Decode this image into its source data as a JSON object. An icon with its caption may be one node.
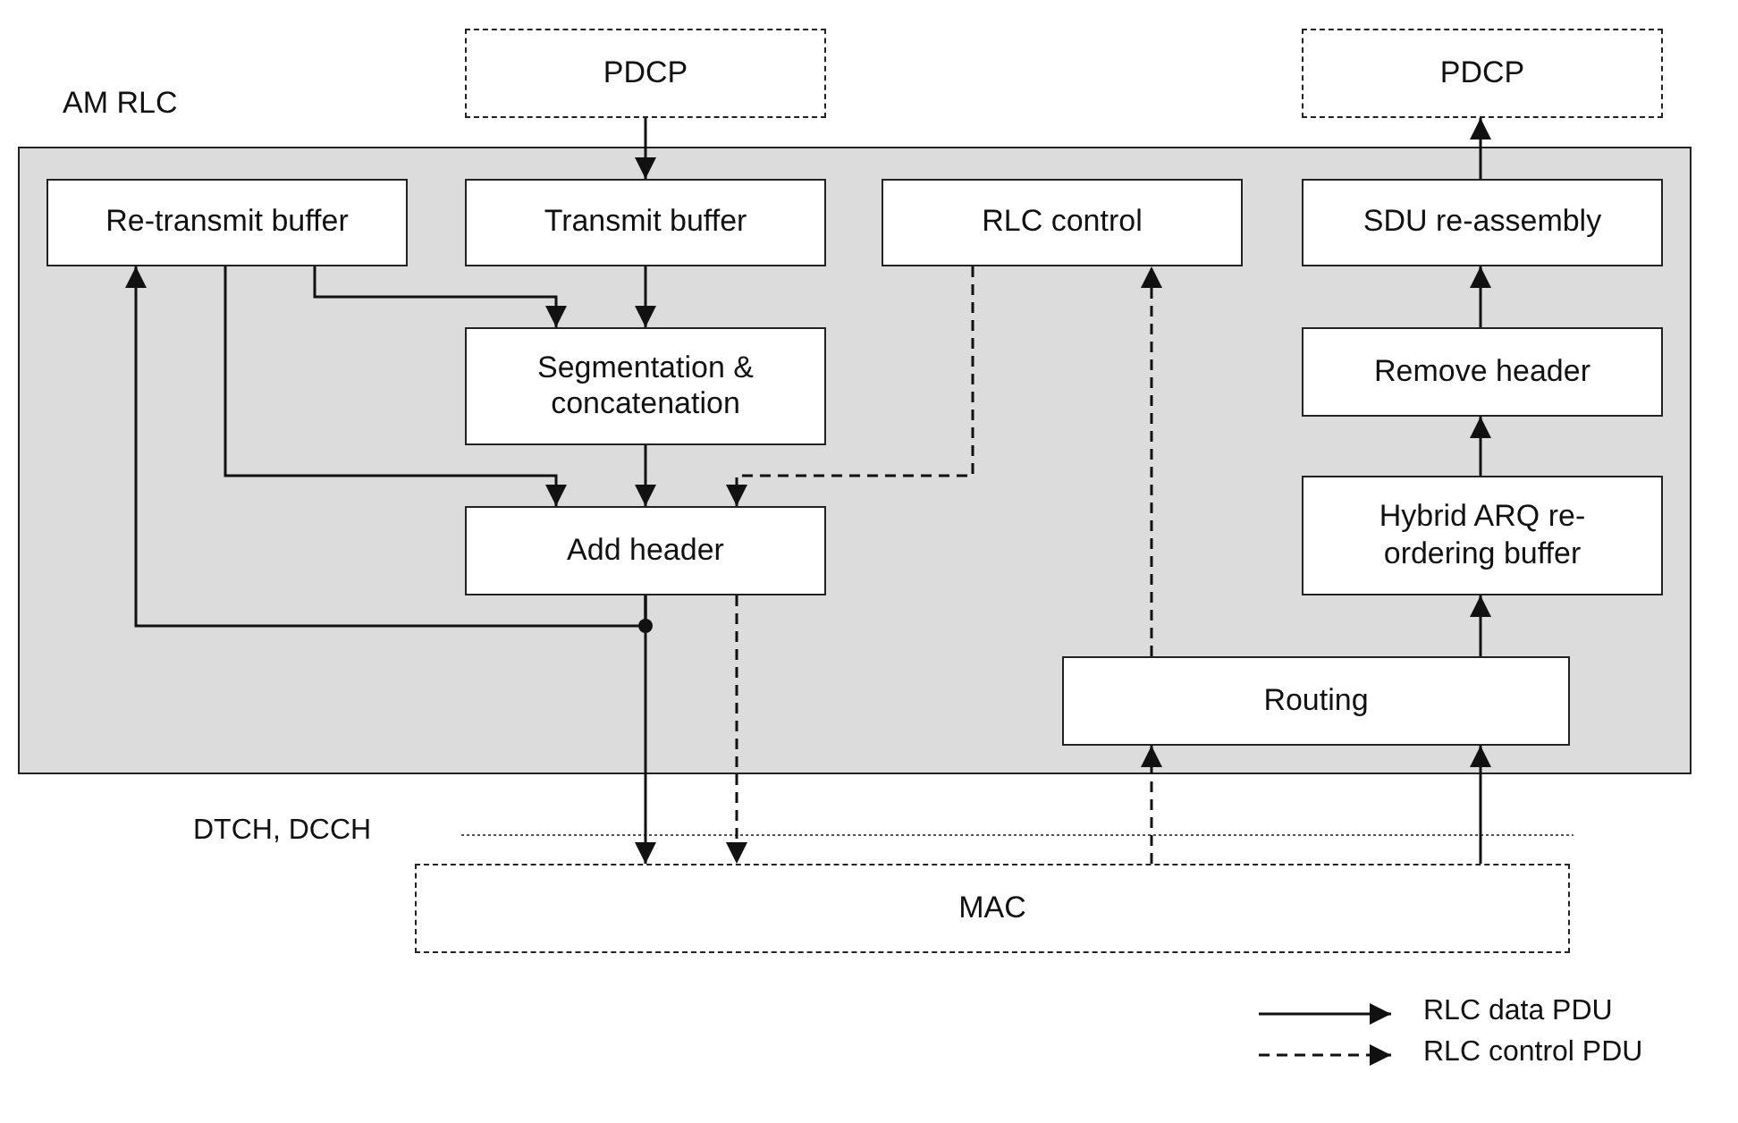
{
  "diagram": {
    "nodes": [
      {
        "text": [
          "PDCP"
        ]
      },
      {
        "text": [
          "PDCP"
        ]
      },
      {
        "text": [
          "AM RLC"
        ]
      },
      {
        "text": [
          "Re-transmit buffer"
        ],
        "in": 2
      },
      {
        "text": [
          "Transmit buffer"
        ],
        "in": 2
      },
      {
        "text": [
          "RLC control"
        ],
        "in": 2
      },
      {
        "text": [
          "SDU re-assembly"
        ],
        "in": 2
      },
      {
        "text": [
          "Segmentation & concatenation"
        ],
        "in": 2
      },
      {
        "text": [
          "Remove header"
        ],
        "in": 2
      },
      {
        "text": [
          "Add header"
        ],
        "in": 2
      },
      {
        "text": [
          "Hybrid ARQ re-ordering buffer"
        ],
        "in": 2
      },
      {
        "text": [
          "Routing"
        ],
        "in": 2
      },
      {
        "text": [
          "MAC"
        ]
      }
    ],
    "edges": [
      {
        "from": 0,
        "to": 4,
        "arrow": "to"
      },
      {
        "from": 4,
        "to": 7,
        "arrow": "to"
      },
      {
        "from": 3,
        "to": 7,
        "arrow": "to"
      },
      {
        "from": 3,
        "to": 9,
        "arrow": "to"
      },
      {
        "from": 7,
        "to": 9,
        "arrow": "to"
      },
      {
        "from": 5,
        "to": 9,
        "arrow": "to",
        "style": "dashed"
      },
      {
        "from": 9,
        "to": 12,
        "arrow": "to"
      },
      {
        "from": 9,
        "to": 3,
        "arrow": "to"
      },
      {
        "from": 9,
        "to": 12,
        "arrow": "to",
        "style": "dashed"
      },
      {
        "from": 12,
        "to": 11,
        "arrow": "to",
        "style": "dashed"
      },
      {
        "from": 12,
        "to": 11,
        "arrow": "to"
      },
      {
        "from": 11,
        "to": 5,
        "arrow": "to",
        "style": "dashed"
      },
      {
        "from": 11,
        "to": 10,
        "arrow": "to"
      },
      {
        "from": 10,
        "to": 8,
        "arrow": "to"
      },
      {
        "from": 8,
        "to": 6,
        "arrow": "to"
      },
      {
        "from": 6,
        "to": 1,
        "arrow": "to"
      }
    ],
    "labels": [
      "DTCH, DCCH"
    ],
    "legend": [
      {
        "text": "RLC data PDU"
      },
      {
        "text": "RLC control PDU"
      }
    ]
  }
}
